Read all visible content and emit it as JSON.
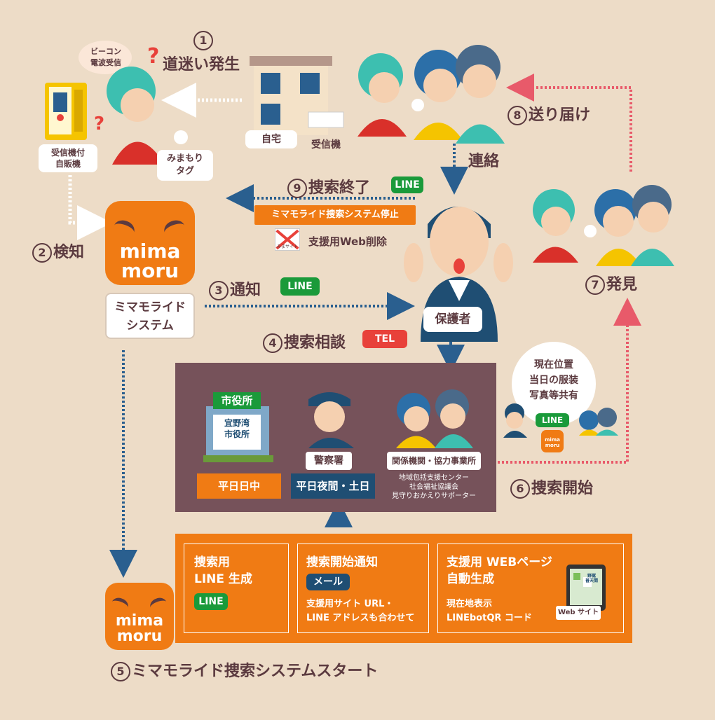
{
  "steps": {
    "s1": {
      "num": "1",
      "label": "道迷い発生"
    },
    "s2": {
      "num": "2",
      "label": "検知"
    },
    "s3": {
      "num": "3",
      "label": "通知"
    },
    "s4": {
      "num": "4",
      "label": "捜索相談"
    },
    "s5": {
      "num": "5",
      "label": "ミマモライド捜索システムスタート"
    },
    "s6": {
      "num": "6",
      "label": "捜索開始"
    },
    "s7": {
      "num": "7",
      "label": "発見"
    },
    "s8": {
      "num": "8",
      "label": "送り届け"
    },
    "s9": {
      "num": "9",
      "label": "捜索終了"
    }
  },
  "labels": {
    "beacon": "ビーコン\n電波受信",
    "vending": "受信機付\n自販機",
    "tag": "みまもり\nタグ",
    "home": "自宅",
    "receiver": "受信機",
    "contact": "連絡",
    "guardian": "保護者",
    "system": "ミマモライド\nシステム",
    "stop_banner": "ミマモライド捜索システム停止",
    "web_delete": "支援用Web削除",
    "web_delete_icon_text": "みまサイト",
    "logo_top": "mima",
    "logo_bottom": "moru",
    "share": "現在位置\n当日の服装\n写真等共有",
    "mini_logo": "mima\nmoru"
  },
  "badges": {
    "line": "LINE",
    "tel": "TEL",
    "mail": "メール"
  },
  "agencies": {
    "city_sign": "市役所",
    "city_name": "宜野湾\n市役所",
    "city_time": "平日日中",
    "police_name": "警察署",
    "police_time": "平日夜間・土日",
    "related_name": "関係機関・協力事業所",
    "related_list": "地域包括支援センター\n社会福祉協議会\n見守りおかえりサポーター"
  },
  "system_panel": {
    "col1_title": "捜索用\nLINE 生成",
    "col2_title": "捜索開始通知",
    "col2_text": "支援用サイト URL・\nLINE アドレスも合わせて",
    "col3_title": "支援用 WEBページ\n自動生成",
    "col3_text": "現在地表示\nLINEbotQR コード",
    "web_site": "Web サイト",
    "map_text": "野嵩\n普天間"
  },
  "colors": {
    "background": "#eddcc7",
    "text": "#5b3a3f",
    "orange": "#f07b14",
    "line_green": "#1a9a3a",
    "tel_red": "#e8413a",
    "navy": "#1f4e73",
    "agency_panel": "#76525a",
    "arrow_blue": "#2a5f8f",
    "arrow_pink": "#e85a6a"
  }
}
